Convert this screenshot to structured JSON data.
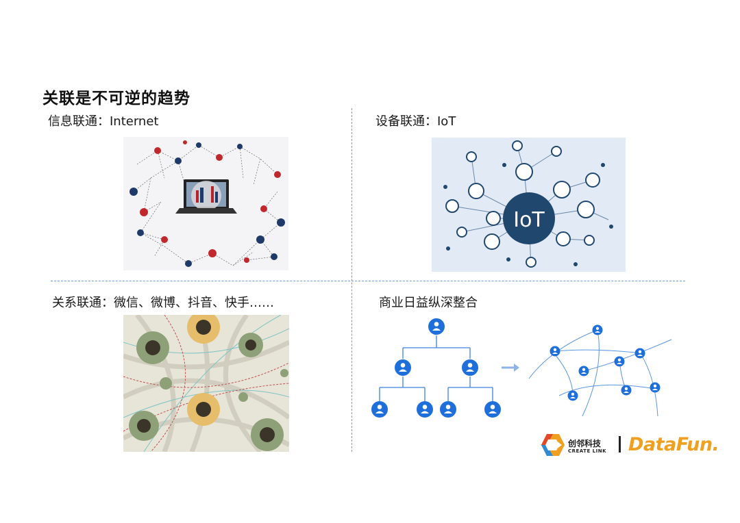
{
  "title": "关联是不可逆的趋势",
  "quadrants": {
    "internet": "信息联通：Internet",
    "iot": "设备联通：IoT",
    "social": "关系联通：微信、微博、抖音、快手……",
    "business": "商业日益纵深整合"
  },
  "iot_center_label": "IoT",
  "logo": {
    "company_cn": "创邻科技",
    "company_en": "CREATE LINK",
    "partner": "DataFun."
  },
  "colors": {
    "divider": "#6f9ed6",
    "node_blue": "#1e6fd9",
    "iot_center": "#20476e",
    "logo_orange": "#f0a020"
  }
}
